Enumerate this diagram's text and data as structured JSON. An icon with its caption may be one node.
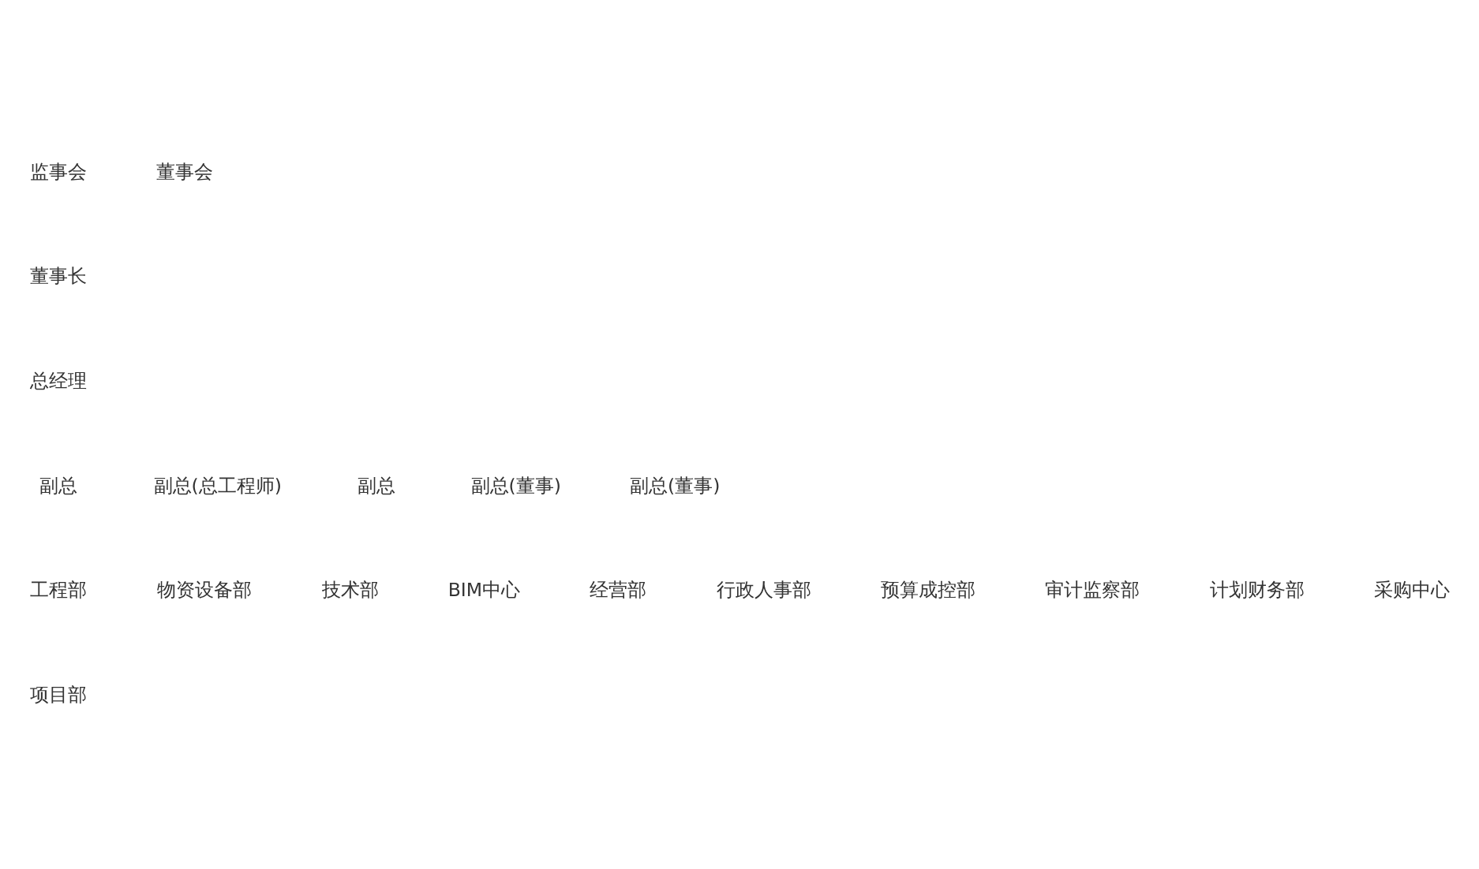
{
  "diagram": {
    "labels": [
      "监事会",
      "董事会",
      "董事长",
      "总经理",
      "副总",
      "副总(总工程师)",
      "副总",
      "副总(董事)",
      "副总(董事)",
      "工程部",
      "物资设备部",
      "技术部",
      "BIM中心",
      "经营部",
      "行政人事部",
      "预算成控部",
      "审计监察部",
      "计划财务部",
      "采购中心",
      "项目部"
    ]
  }
}
